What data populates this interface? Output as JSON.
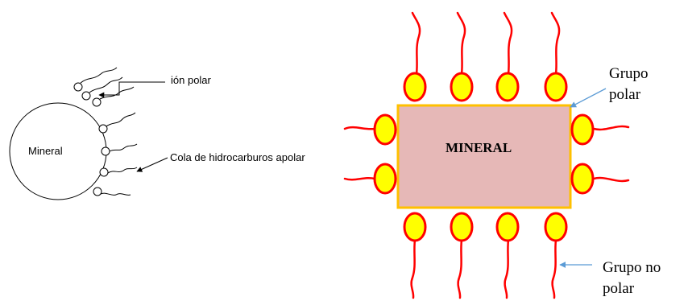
{
  "left_diagram": {
    "core_label": "Mineral",
    "polar_ion_label": "ión polar",
    "tail_label": "Cola de hidrocarburos apolar",
    "line_color": "#000000"
  },
  "right_diagram": {
    "core_label": "MINERAL",
    "polar_label_line1": "Grupo",
    "polar_label_line2": "polar",
    "nonpolar_label_line1": "Grupo no",
    "nonpolar_label_line2": "polar",
    "colors": {
      "core_fill": "#e6b8b7",
      "core_border": "#ffc000",
      "head_fill": "#ffff00",
      "head_stroke": "#ff0000",
      "tail_color": "#ff0000",
      "arrow_color": "#5b9bd5"
    }
  }
}
